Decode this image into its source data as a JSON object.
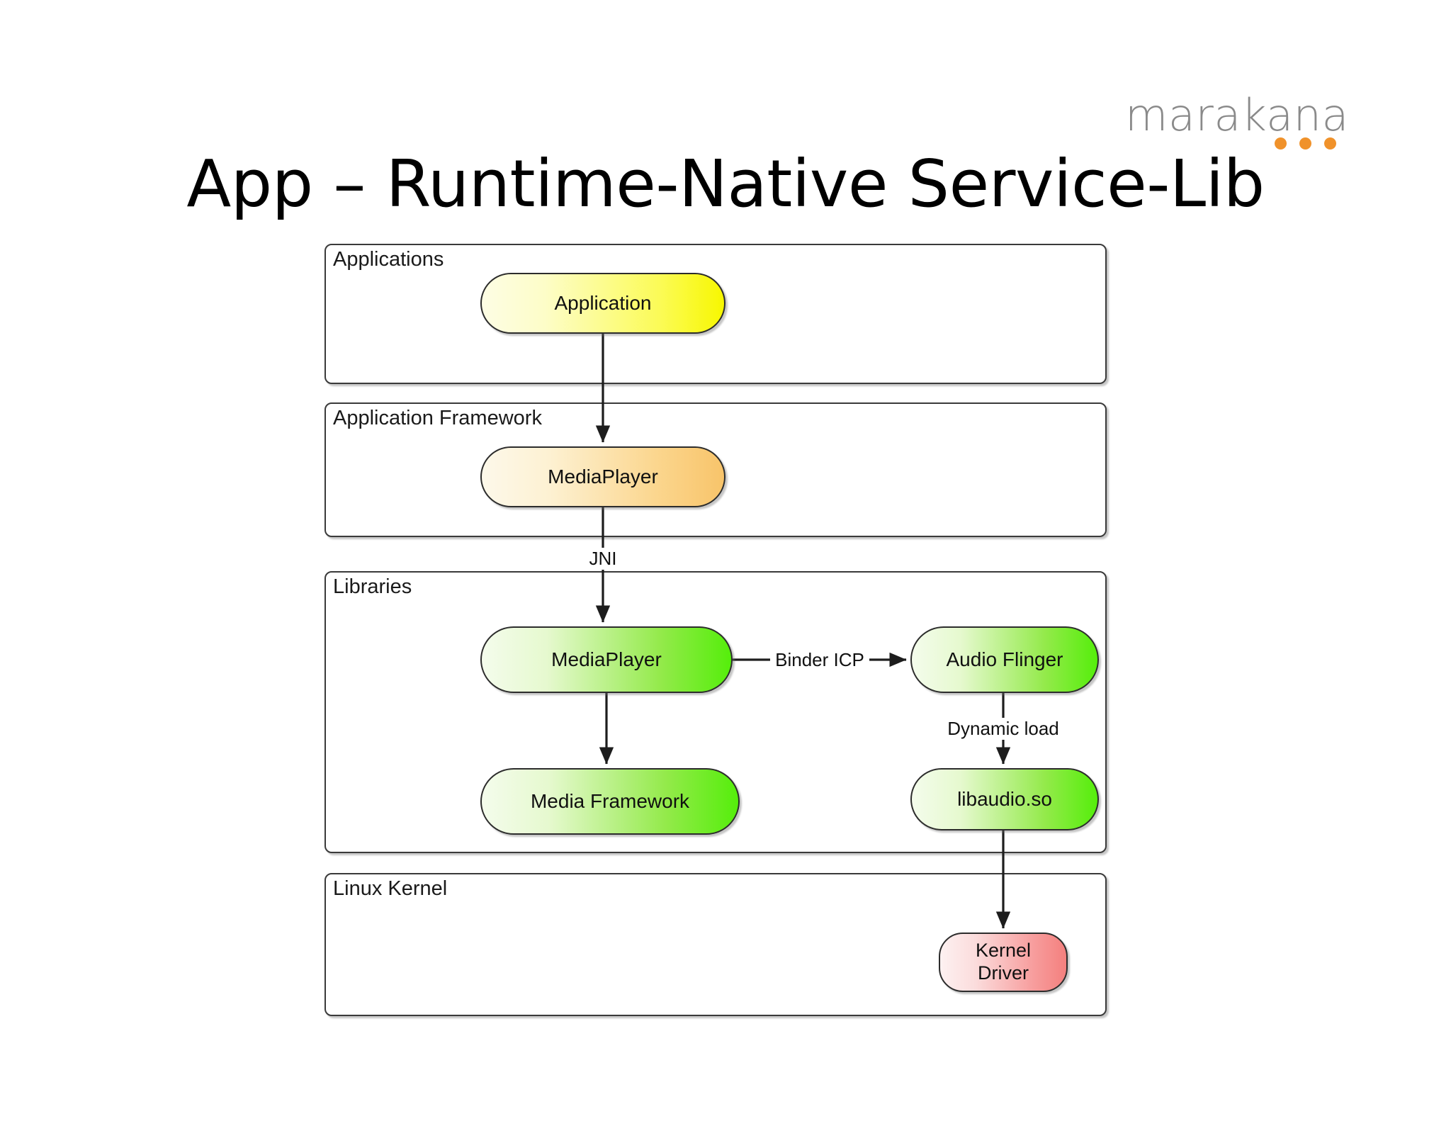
{
  "brand": {
    "wordmark": "marakana",
    "dots_color": "#f0922b",
    "wordmark_color": "#8a8a8a",
    "dot_count": 3
  },
  "slide": {
    "title": "App – Runtime-Native Service-Lib"
  },
  "diagram": {
    "type": "layered-architecture",
    "layers": [
      {
        "id": "applications",
        "title": "Applications",
        "nodes": [
          {
            "id": "application",
            "label": "Application",
            "color_from": "#fdfde4",
            "color_to": "#f7f700"
          }
        ]
      },
      {
        "id": "framework",
        "title": "Application Framework",
        "nodes": [
          {
            "id": "mediaplayer-fw",
            "label": "MediaPlayer",
            "color_from": "#fdf8ea",
            "color_to": "#f8c46a"
          }
        ]
      },
      {
        "id": "libraries",
        "title": "Libraries",
        "nodes": [
          {
            "id": "mediaplayer-lib",
            "label": "MediaPlayer",
            "color_from": "#f4fcec",
            "color_to": "#55ee0b"
          },
          {
            "id": "audioflinger",
            "label": "Audio Flinger",
            "color_from": "#f4fcec",
            "color_to": "#55ee0b"
          },
          {
            "id": "mediaframework",
            "label": "Media Framework",
            "color_from": "#f4fcec",
            "color_to": "#55ee0b"
          },
          {
            "id": "libaudio",
            "label": "libaudio.so",
            "color_from": "#f4fcec",
            "color_to": "#55ee0b"
          }
        ]
      },
      {
        "id": "kernel",
        "title": "Linux Kernel",
        "nodes": [
          {
            "id": "kerneldriver",
            "label": "Kernel\nDriver",
            "line1": "Kernel",
            "line2": "Driver",
            "color_from": "#fdf1f1",
            "color_to": "#f4807e"
          }
        ]
      }
    ],
    "edges": [
      {
        "from": "application",
        "to": "mediaplayer-fw",
        "label": "",
        "arrow": true
      },
      {
        "from": "mediaplayer-fw",
        "to": "mediaplayer-lib",
        "label": "JNI",
        "arrow": true
      },
      {
        "from": "mediaplayer-lib",
        "to": "audioflinger",
        "label": "Binder ICP",
        "arrow": true
      },
      {
        "from": "mediaplayer-lib",
        "to": "mediaframework",
        "label": "",
        "arrow": true
      },
      {
        "from": "audioflinger",
        "to": "libaudio",
        "label": "Dynamic load",
        "arrow": true
      },
      {
        "from": "libaudio",
        "to": "kerneldriver",
        "label": "",
        "arrow": true
      }
    ],
    "edge_labels": {
      "jni": "JNI",
      "binder": "Binder ICP",
      "dynamic_load": "Dynamic load"
    }
  }
}
